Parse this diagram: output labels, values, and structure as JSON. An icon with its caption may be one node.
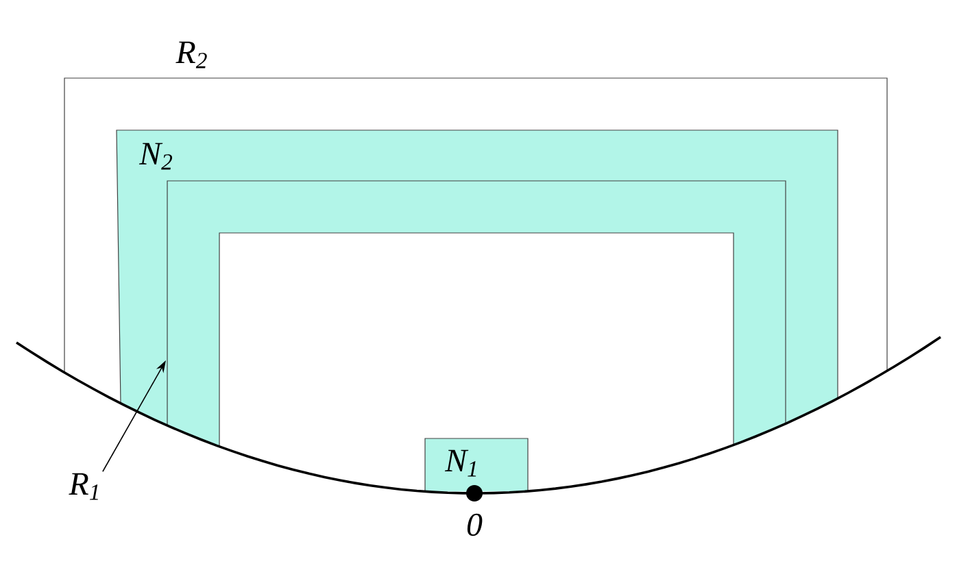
{
  "diagram": {
    "nodes": [
      {
        "text": [
          "R$_{2}$"
        ]
      },
      {
        "text": [
          "N$_{2}$"
        ]
      },
      {
        "text": [
          "N$_{1}$"
        ]
      },
      {
        "text": [
          "R$_{1}$"
        ]
      }
    ],
    "edges": [
      {
        "from": 3,
        "to": 1,
        "arrow": "to"
      }
    ],
    "labels": [
      "0"
    ]
  }
}
